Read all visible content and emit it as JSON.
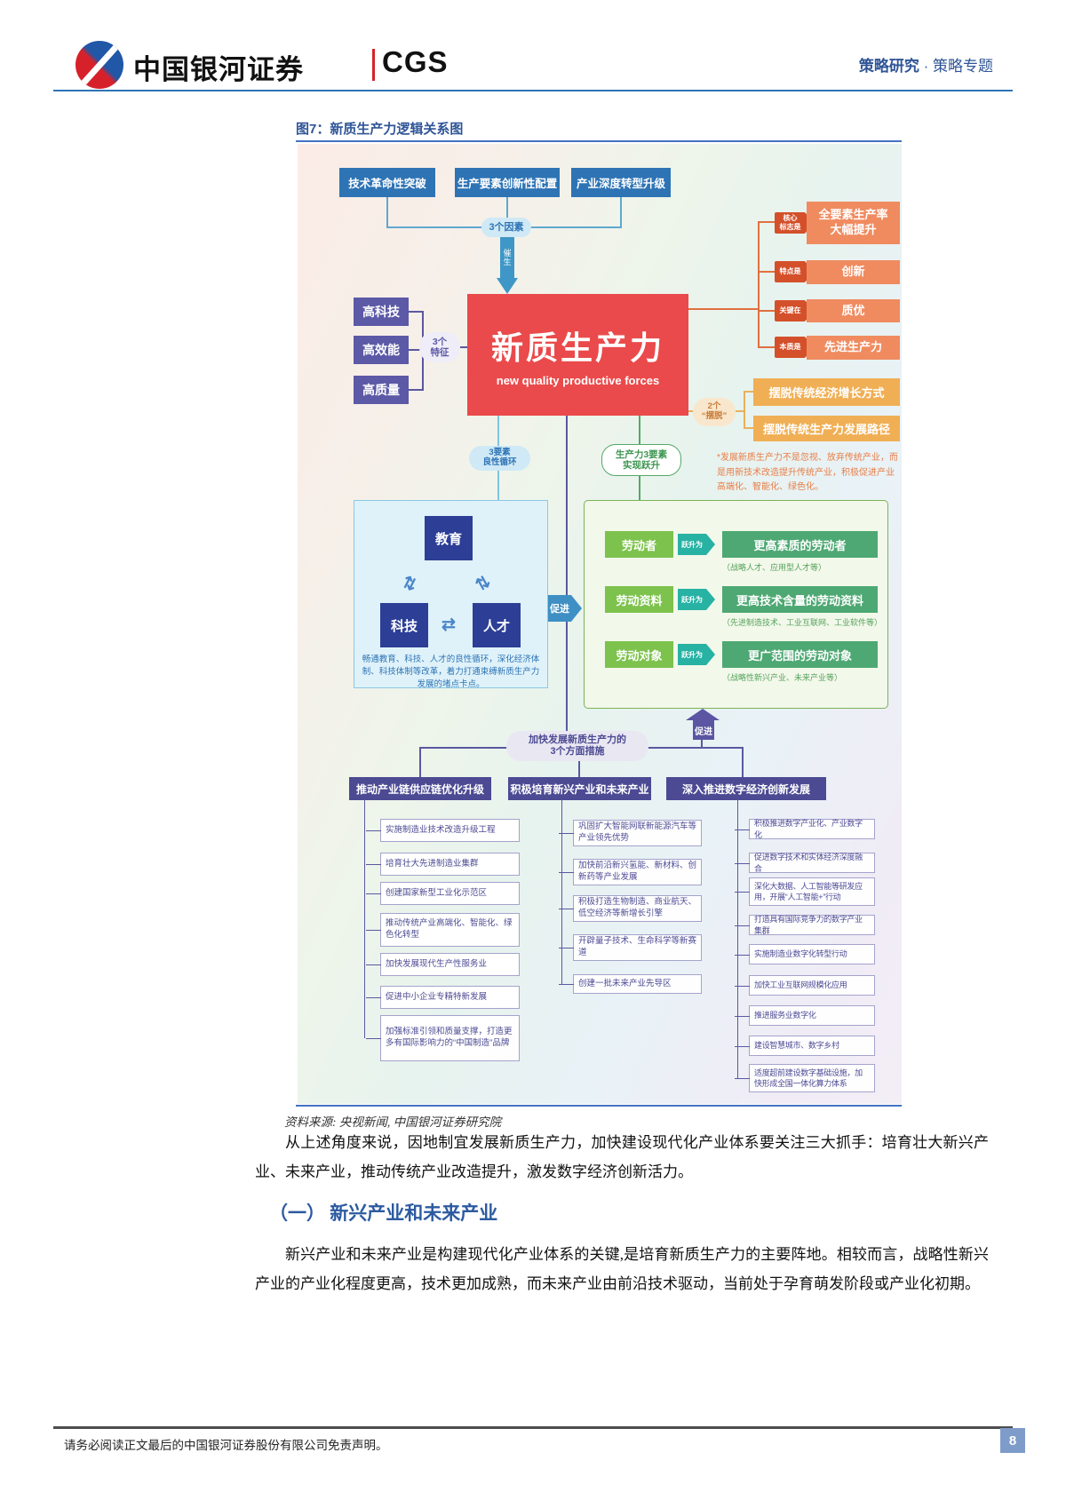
{
  "header": {
    "brand": "中国银河证券",
    "brand_en": "CGS",
    "right_primary": "策略研究",
    "right_separator": "·",
    "right_secondary": "策略专题"
  },
  "figure": {
    "title": "图7：新质生产力逻辑关系图",
    "source": "资料来源: 央视新闻, 中国银河证券研究院"
  },
  "diagram": {
    "top_factors": [
      "技术革命性突破",
      "生产要素创新性配置",
      "产业深度转型升级"
    ],
    "factors_pill": "3个因素",
    "spawn_label": "催生",
    "center": {
      "title": "新质生产力",
      "subtitle": "new quality productive forces"
    },
    "traits_pill": {
      "line1": "3个",
      "line2": "特征"
    },
    "traits": [
      "高科技",
      "高效能",
      "高质量"
    ],
    "right_rows": [
      {
        "tag_line1": "核心",
        "tag_line2": "标志是",
        "text_line1": "全要素生产率",
        "text_line2": "大幅提升"
      },
      {
        "tag_line1": "特点是",
        "tag_line2": "",
        "text_line1": "创新",
        "text_line2": ""
      },
      {
        "tag_line1": "关键在",
        "tag_line2": "",
        "text_line1": "质优",
        "text_line2": ""
      },
      {
        "tag_line1": "本质是",
        "tag_line2": "",
        "text_line1": "先进生产力",
        "text_line2": ""
      }
    ],
    "breakaway": {
      "pill_line1": "2个",
      "pill_line2": "“摆脱”",
      "items": [
        "摆脱传统经济增长方式",
        "摆脱传统生产力发展路径"
      ]
    },
    "note": "*发展新质生产力不是忽视、放弃传统产业，而是用新技术改造提升传统产业，积极促进产业高端化、智能化、绿色化。",
    "cycle_pill": {
      "line1": "3要素",
      "line2": "良性循环"
    },
    "leap_pill": {
      "line1": "生产力3要素",
      "line2": "实现跃升"
    },
    "triangle": {
      "top": "教育",
      "left": "科技",
      "right": "人才",
      "caption": "畅通教育、科技、人才的良性循环，深化经济体制、科技体制等改革，着力打通束缚新质生产力发展的堵点卡点。"
    },
    "promote_right": "促进",
    "promote_up": "促进",
    "element_rows": [
      {
        "from": "劳动者",
        "arrow": "跃升为",
        "to": "更高素质的劳动者",
        "caption": "（战略人才、应用型人才等）"
      },
      {
        "from": "劳动资料",
        "arrow": "跃升为",
        "to": "更高技术含量的劳动资料",
        "caption": "（先进制造技术、工业互联网、工业软件等）"
      },
      {
        "from": "劳动对象",
        "arrow": "跃升为",
        "to": "更广范围的劳动对象",
        "caption": "（战略性新兴产业、未来产业等）"
      }
    ],
    "measures_pill": {
      "line1": "加快发展新质生产力的",
      "line2": "3个方面措施"
    },
    "columns": [
      {
        "header": "推动产业链供应链优化升级",
        "items": [
          "实施制造业技术改造升级工程",
          "培育壮大先进制造业集群",
          "创建国家新型工业化示范区",
          "推动传统产业高端化、智能化、绿色化转型",
          "加快发展现代生产性服务业",
          "促进中小企业专精特新发展",
          "加强标准引领和质量支撑，打造更多有国际影响力的“中国制造”品牌"
        ]
      },
      {
        "header": "积极培育新兴产业和未来产业",
        "items": [
          "巩固扩大智能网联新能源汽车等产业领先优势",
          "加快前沿新兴氢能、新材料、创新药等产业发展",
          "积极打造生物制造、商业航天、低空经济等新增长引擎",
          "开辟量子技术、生命科学等新赛道",
          "创建一批未来产业先导区"
        ]
      },
      {
        "header": "深入推进数字经济创新发展",
        "items": [
          "积极推进数字产业化、产业数字化",
          "促进数字技术和实体经济深度融合",
          "深化大数据、人工智能等研发应用，开展“人工智能+”行动",
          "打造具有国际竞争力的数字产业集群",
          "实施制造业数字化转型行动",
          "加快工业互联网规模化应用",
          "推进服务业数字化",
          "建设智慧城市、数字乡村",
          "适度超前建设数字基础设施，加快形成全国一体化算力体系"
        ]
      }
    ]
  },
  "body": {
    "paragraph1": "从上述角度来说，因地制宜发展新质生产力，加快建设现代化产业体系要关注三大抓手：培育壮大新兴产业、未来产业，推动传统产业改造提升，激发数字经济创新活力。",
    "section_heading": "（一） 新兴产业和未来产业",
    "paragraph2": "新兴产业和未来产业是构建现代化产业体系的关键,是培育新质生产力的主要阵地。相较而言，战略性新兴产业的产业化程度更高，技术更加成熟，而未来产业由前沿技术驱动，当前处于孕育萌发阶段或产业化初期。"
  },
  "footer": {
    "disclaimer": "请务必阅读正文最后的中国银河证券股份有限公司免责声明。",
    "page_number": "8"
  },
  "colors": {
    "accent_blue": "#2e74b5",
    "brand_red": "#d7212a",
    "deep_blue": "#2f5597",
    "center_red": "#ea4a4b",
    "purple": "#5c59a6",
    "orange": "#f08b60",
    "deep_orange": "#d4502a",
    "yellow": "#f0af55",
    "green": "#7dc24d",
    "deep_green": "#4ea873",
    "teal": "#27b2a4",
    "indigo": "#4c4a93"
  }
}
